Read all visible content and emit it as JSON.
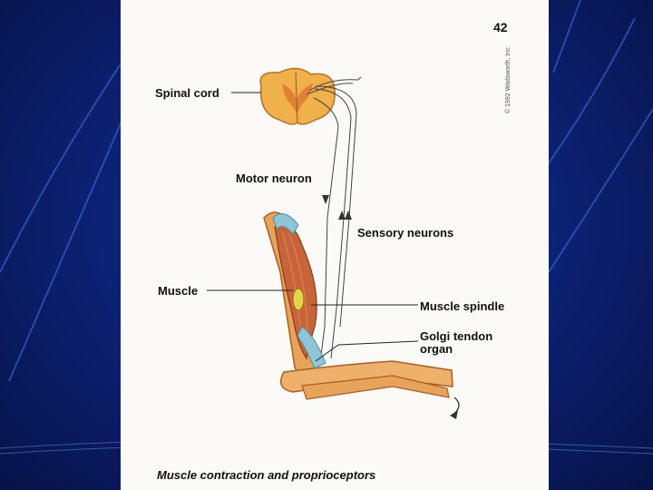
{
  "page_number": "42",
  "copyright": "© 1992 Wadsworth, Inc.",
  "labels": {
    "spinal_cord": "Spinal cord",
    "motor_neuron": "Motor neuron",
    "sensory_neurons": "Sensory neurons",
    "muscle": "Muscle",
    "muscle_spindle": "Muscle spindle",
    "golgi_tendon_line1": "Golgi tendon",
    "golgi_tendon_line2": "organ"
  },
  "caption": "Muscle contraction and proprioceptors",
  "colors": {
    "background_blue": "#0d2378",
    "bone": "#e8a35a",
    "muscle": "#c8643a",
    "tendon": "#8fc6d6",
    "spinal_cord": "#f0b04a"
  }
}
